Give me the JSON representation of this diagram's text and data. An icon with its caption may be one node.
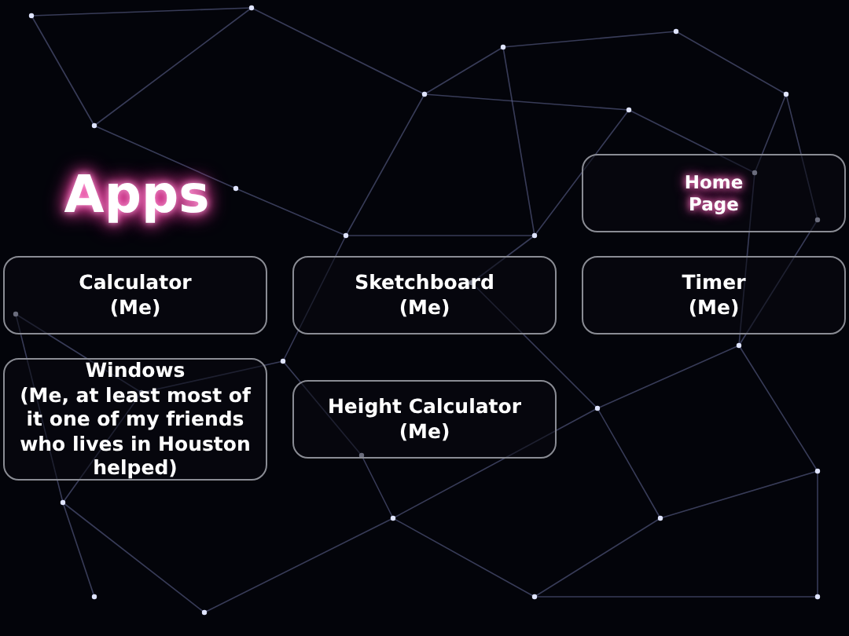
{
  "diagram": {
    "title": "Apps",
    "nodes": [
      {
        "text": [
          "Home Page"
        ]
      },
      {
        "text": [
          "Calculator",
          "(Me)"
        ]
      },
      {
        "text": [
          "Sketchboard",
          "(Me)"
        ]
      },
      {
        "text": [
          "Timer",
          "(Me)"
        ]
      },
      {
        "text": [
          "Windows",
          "(Me, at least most of it one of my friends who lives in Houston helped)"
        ]
      },
      {
        "text": [
          "Height Calculator",
          "(Me)"
        ]
      }
    ]
  }
}
